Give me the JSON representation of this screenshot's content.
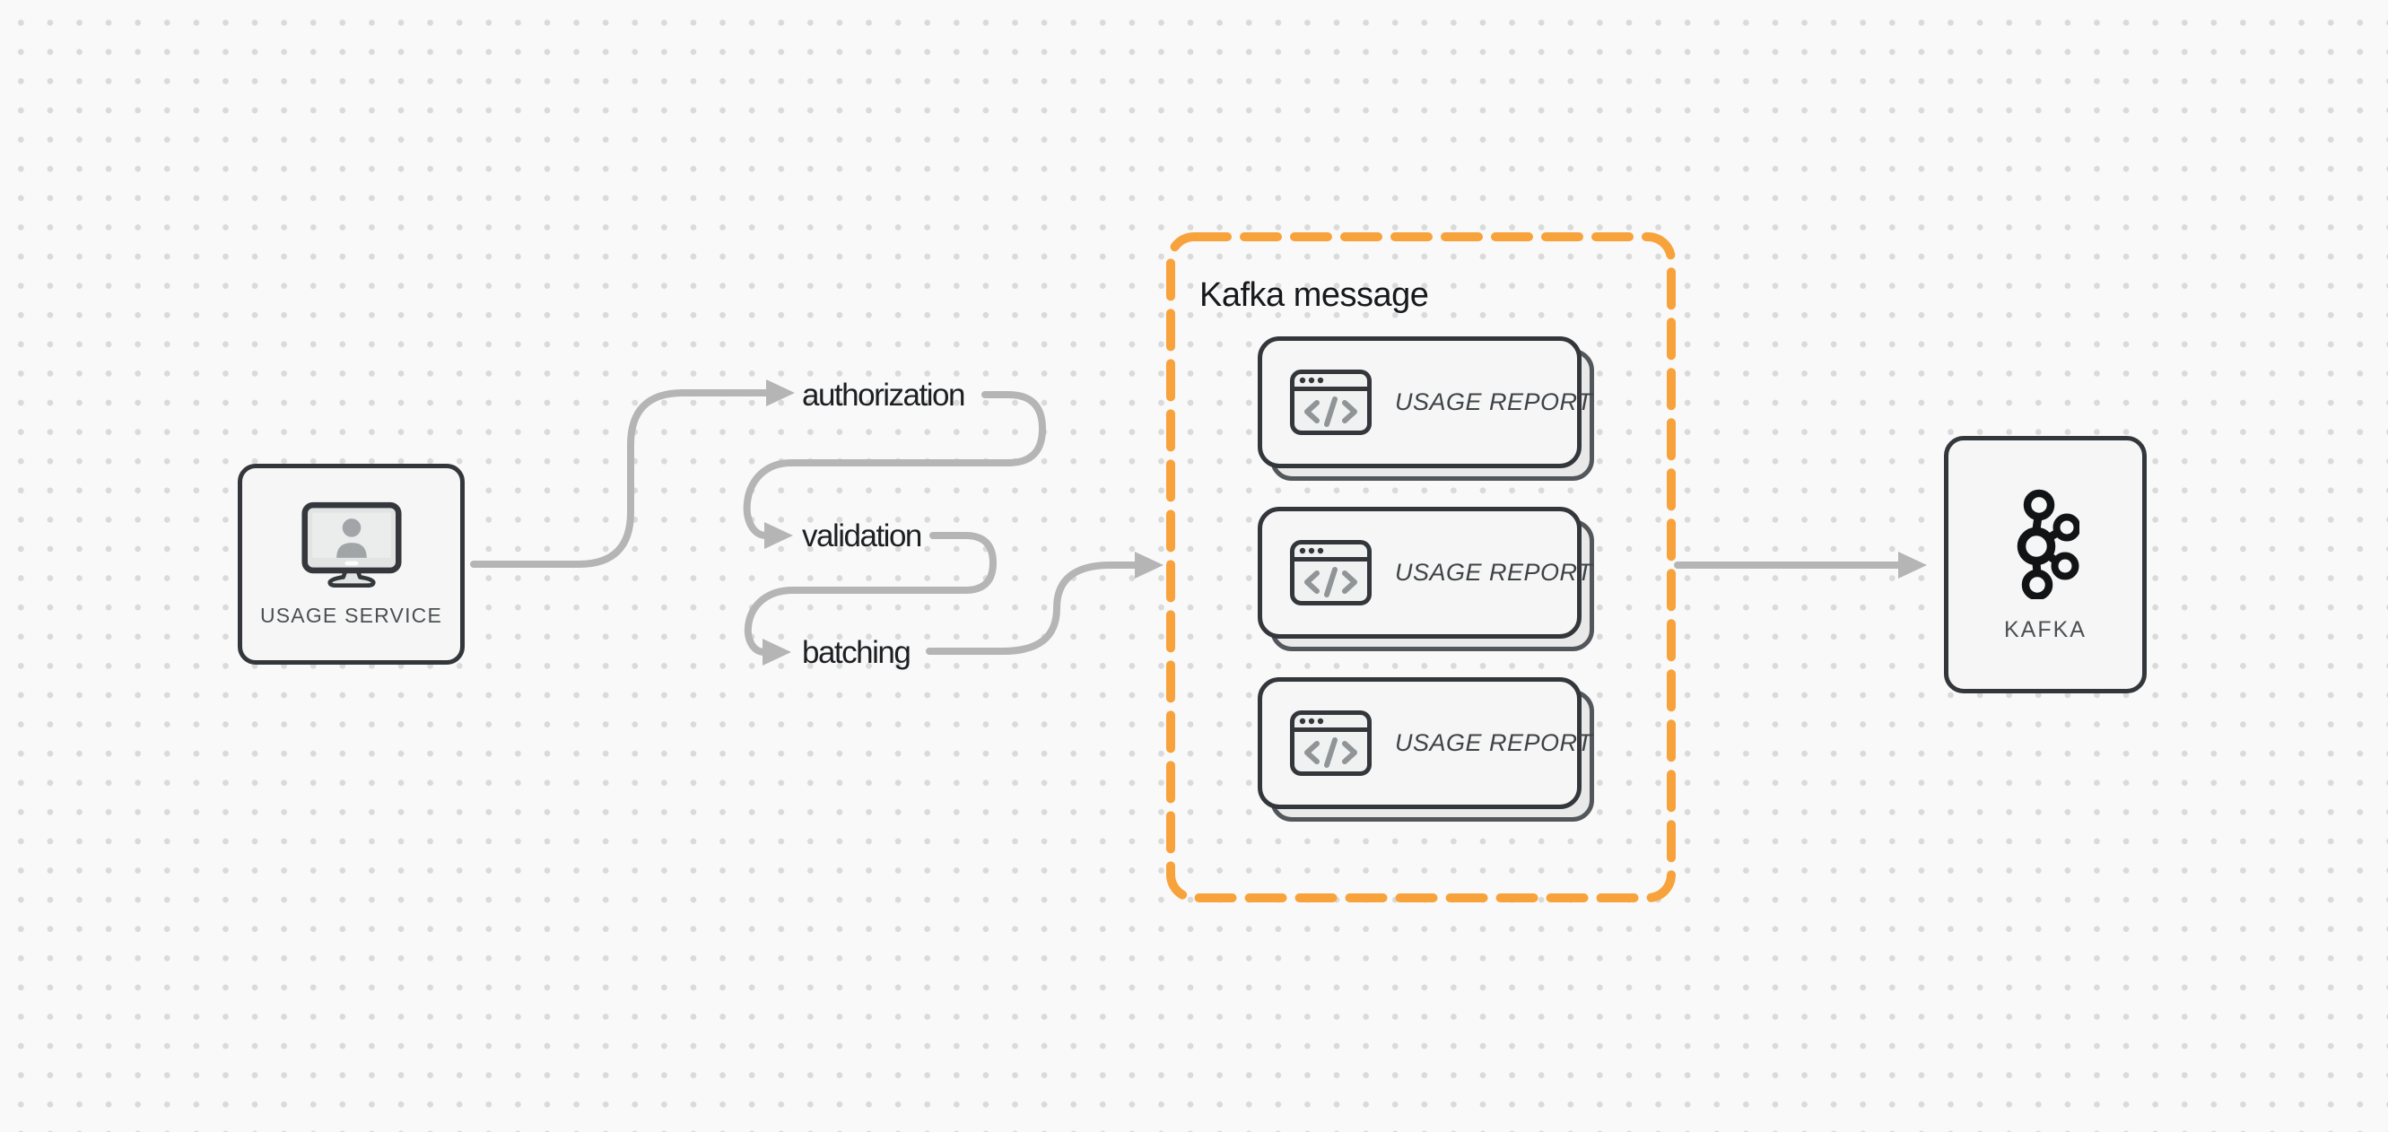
{
  "diagram": {
    "title": "Usage service to Kafka pipeline"
  },
  "nodes": {
    "usage_service": {
      "label": "USAGE SERVICE",
      "icon": "monitor-user-icon"
    },
    "kafka": {
      "label": "KAFKA",
      "icon": "kafka-logo-icon"
    }
  },
  "flow_steps": [
    {
      "label": "authorization"
    },
    {
      "label": "validation"
    },
    {
      "label": "batching"
    }
  ],
  "group": {
    "title": "Kafka message",
    "cards": [
      {
        "label": "USAGE REPORT",
        "icon": "browser-code-icon"
      },
      {
        "label": "USAGE REPORT",
        "icon": "browser-code-icon"
      },
      {
        "label": "USAGE REPORT",
        "icon": "browser-code-icon"
      }
    ]
  },
  "colors": {
    "accent_orange": "#F8A23B",
    "arrow_gray": "#B5B5B5",
    "border_dark": "#33373B",
    "node_bg": "#F5F6F5",
    "back_card_bg": "#E8E9E8",
    "background": "#F8F9F8",
    "dot_grid": "#D9DAD9",
    "label_text": "#1D1F22",
    "node_label_text": "#4C5053"
  }
}
